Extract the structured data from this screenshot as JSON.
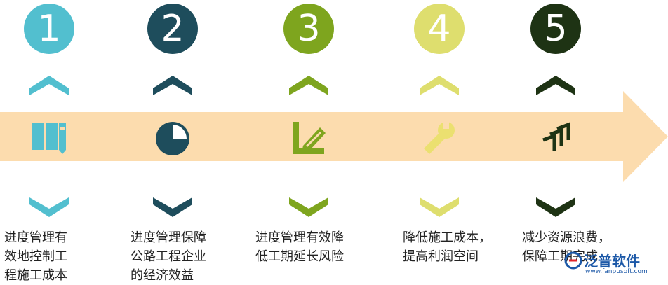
{
  "steps": [
    {
      "number": "1",
      "color": "#52bfcf",
      "icon": "book-icon",
      "caption_lines": [
        "进度管理有",
        "效地控制工",
        "程施工成本"
      ]
    },
    {
      "number": "2",
      "color": "#1e4d5c",
      "icon": "pie-chart-icon",
      "caption_lines": [
        "进度管理保障",
        "公路工程企业",
        "的经济效益"
      ]
    },
    {
      "number": "3",
      "color": "#7ea51e",
      "icon": "edit-icon",
      "caption_lines": [
        "进度管理有效降",
        "低工期延长风险"
      ]
    },
    {
      "number": "4",
      "color": "#dede6e",
      "icon": "wrench-icon",
      "caption_lines": [
        "降低施工成本，",
        "提高利润空间"
      ]
    },
    {
      "number": "5",
      "color": "#1e3314",
      "icon": "chevrons-icon",
      "caption_lines": [
        "减少资源浪费，",
        "保障工期完成"
      ]
    }
  ],
  "arrow_color": "#fcdcae",
  "watermark": {
    "name": "泛普软件",
    "url": "www.fanpusoft.com"
  }
}
